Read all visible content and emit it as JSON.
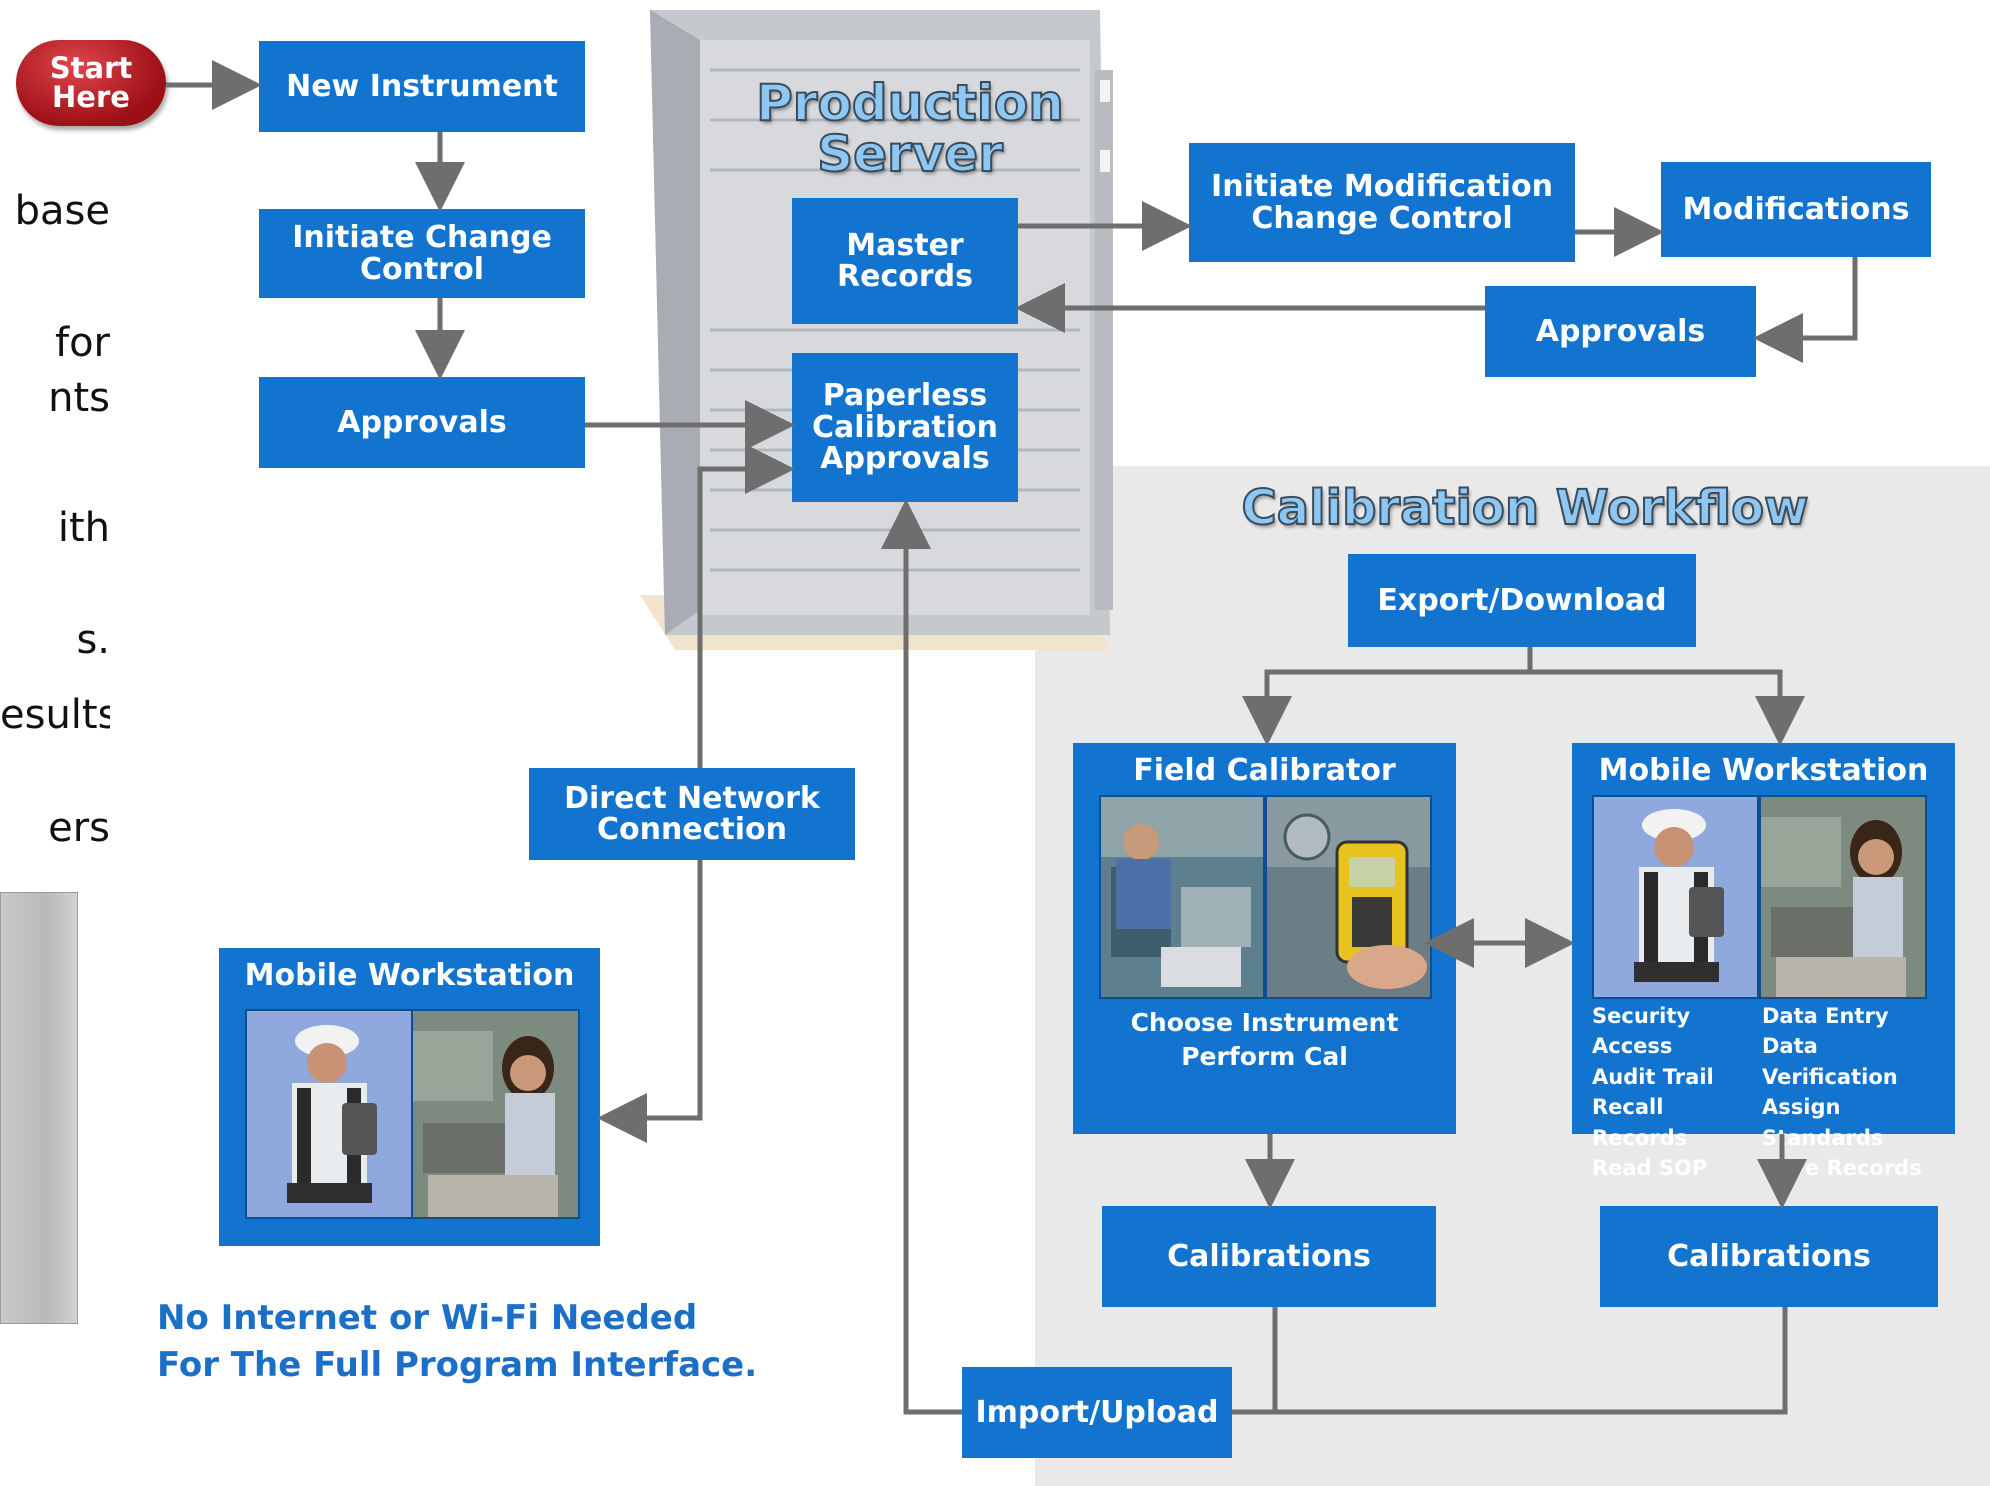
{
  "start": {
    "label": "Start\nHere"
  },
  "left_fragments": [
    "base",
    "for",
    "nts",
    "ith",
    "s.",
    "esults",
    "ers"
  ],
  "server": {
    "title": "Production\nServer"
  },
  "boxes": {
    "new_instrument": "New Instrument",
    "initiate_change_control": "Initiate Change\nControl",
    "approvals_left": "Approvals",
    "master_records": "Master\nRecords",
    "paperless_calibration_approvals": "Paperless\nCalibration\nApprovals",
    "initiate_modification": "Initiate Modification\nChange Control",
    "modifications": "Modifications",
    "approvals_right": "Approvals",
    "direct_network_connection": "Direct Network\nConnection",
    "export_download": "Export/Download",
    "calibrations_left": "Calibrations",
    "calibrations_right": "Calibrations",
    "import_upload": "Import/Upload"
  },
  "workflow": {
    "title": "Calibration Workflow"
  },
  "field_calibrator": {
    "title": "Field Calibrator",
    "caption": "Choose Instrument\nPerform Cal"
  },
  "mobile_workstation_right": {
    "title": "Mobile Workstation",
    "features_left": [
      "Security Access",
      "Audit Trail",
      "Recall Records",
      "Read SOP"
    ],
    "features_right": [
      "Data Entry",
      "Data Verification",
      "Assign Standards",
      "Save Records"
    ]
  },
  "mobile_workstation_left": {
    "title": "Mobile Workstation"
  },
  "note": {
    "line1": "No Internet or Wi-Fi Needed",
    "line2": "For The Full Program Interface."
  },
  "colors": {
    "box": "#1274cf",
    "arrow": "#6e6e6e",
    "note": "#1c6fc6",
    "workflow_bg": "#e9e9ea"
  }
}
